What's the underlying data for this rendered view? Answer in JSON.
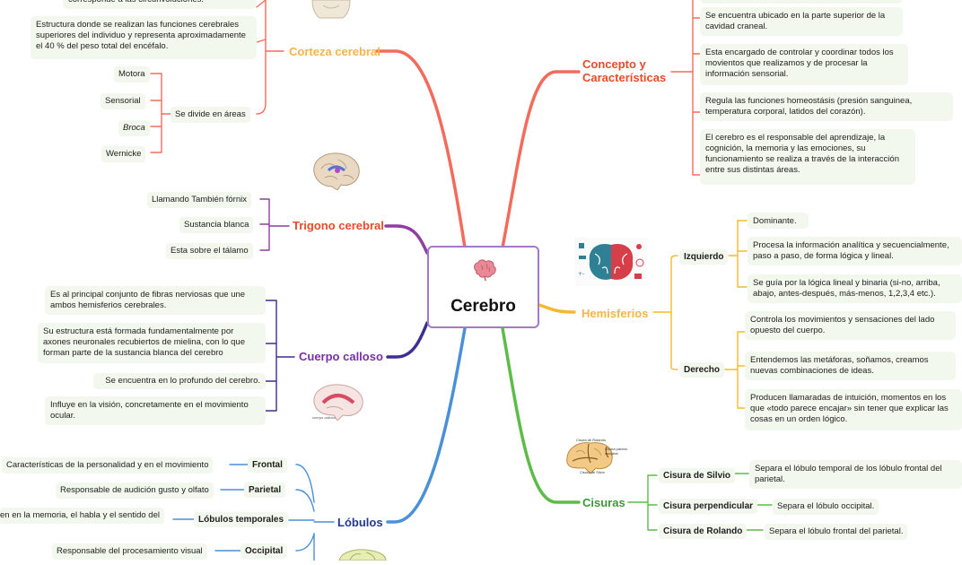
{
  "center": {
    "title": "Cerebro"
  },
  "corteza": {
    "title": "Corteza cerebral",
    "color": "#f26b5b",
    "label_color": "#f6b44a",
    "top_text": "corresponde a las circunvoluciones.",
    "structure_text": "Estructura  donde se realizan las funciones cerebrales superiores del individuo y representa aproximadamente el 40 % del peso total del encéfalo.",
    "divide_label": "Se divide en áreas",
    "areas": [
      "Motora",
      "Sensorial",
      "Broca",
      "Wernicke"
    ]
  },
  "trigono": {
    "title": "Trigono cerebral",
    "color": "#8e3fa0",
    "label_color": "#e84b2a",
    "items": [
      "Llamando También fórnix",
      "Sustancia blanca",
      "Esta sobre el tálamo"
    ]
  },
  "calloso": {
    "title": "Cuerpo calloso",
    "color": "#3b2f8f",
    "label_color": "#7a2fa8",
    "items": [
      "Es al principal conjunto de fibras nerviosas que une ambos hemisferios cerebrales.",
      "Su estructura está formada fundamentalmente por axones neuronales recubiertos de mielina, con lo que forman parte de la sustancia blanca del cerebro",
      "Se encuentra en lo profundo del cerebro.",
      "Influye en la visión, concretamente en el movimiento ocular."
    ]
  },
  "lobulos": {
    "title": "Lóbulos",
    "color": "#4a8fd8",
    "label_color": "#233a8c",
    "items": [
      {
        "name": "Frontal",
        "desc": "Características  de la personalidad y en el movimiento"
      },
      {
        "name": "Parietal",
        "desc": "Responsable de audición gusto y olfato"
      },
      {
        "name": "Lóbulos temporales",
        "desc": "en en la memoria, el habla y el sentido del"
      },
      {
        "name": "Occipital",
        "desc": "Responsable del procesamiento visual"
      }
    ]
  },
  "concepto": {
    "title_line1": "Concepto y",
    "title_line2": "Características",
    "color": "#f26b5b",
    "label_color": "#e84b2a",
    "items": [
      "Se encuentra ubicado en la parte superior de la cavidad craneal.",
      "Esta encargado de controlar y coordinar todos los movientos que realizamos y de procesar la información sensorial.",
      "Regula las funciones homeostásis (presión sanguinea, temperatura corporal, latidos del corazón).",
      "El cerebro es el responsable del aprendizaje, la cognición, la memoria y las emociones, su funcionamiento se realiza a través de la interacción entre sus distintas áreas."
    ]
  },
  "hemisferios": {
    "title": "Hemisferios",
    "color": "#f6b92e",
    "label_color": "#f6b44a",
    "left": {
      "name": "Izquierdo",
      "items": [
        "Dominante.",
        "Procesa la información analítica y secuencialmente, paso a paso, de forma lógica y lineal.",
        "Se guía por la lógica lineal y binaria (si-no, arriba, abajo, antes-después, más-menos, 1,2,3,4 etc.)."
      ]
    },
    "right": {
      "name": "Derecho",
      "items": [
        "Controla los movimientos y sensaciones del lado opuesto del cuerpo.",
        "Entendemos las metáforas, soñamos, creamos nuevas combinaciones de ideas.",
        "Producen llamaradas de intuición, momentos en los que «todo parece encajar» sin tener que explicar las cosas en un orden lógico."
      ]
    }
  },
  "cisuras": {
    "title": "Cisuras",
    "color": "#5dbb47",
    "label_color": "#3a9a3a",
    "items": [
      {
        "name": "Cisura de Silvio",
        "desc": "Separa el lóbulo temporal de los lóbulo frontal del parietal."
      },
      {
        "name": "Cisura perpendicular",
        "desc": "Separa el lóbulo occipital."
      },
      {
        "name": "Cisura de Rolando",
        "desc": "Separa el lóbulo  frontal del parietal."
      }
    ],
    "figure_labels": [
      "Cisura de Rolando",
      "Cisura parieto occipital",
      "Cisura de Silvio"
    ]
  },
  "calloso_figure_label": "cuerpo calloso"
}
